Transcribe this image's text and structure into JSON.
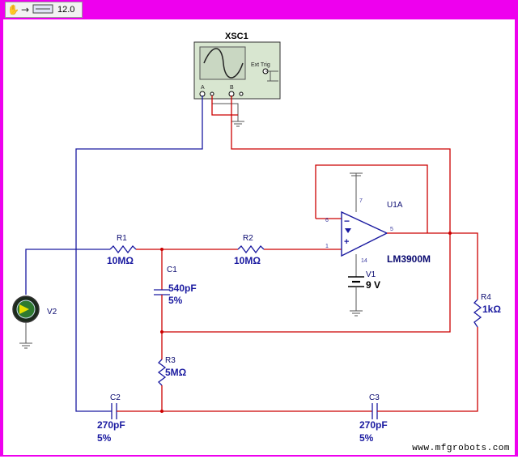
{
  "toolbar": {
    "hand_icon": "hand-icon",
    "arrow_icon": "arrow-icon",
    "zoom_value": "12.0"
  },
  "scope": {
    "title": "XSC1",
    "ext_trig": "Ext Trig",
    "channel_a": "A",
    "channel_b": "B"
  },
  "opamp": {
    "ref": "U1A",
    "part": "LM3900M",
    "pin_inv": "6",
    "pin_noninv": "1",
    "pin_out": "5",
    "pin_vcc": "7",
    "pin_gnd": "14"
  },
  "battery": {
    "ref": "V1",
    "value": "9 V"
  },
  "source": {
    "ref": "V2"
  },
  "r1": {
    "ref": "R1",
    "value": "10MΩ"
  },
  "r2": {
    "ref": "R2",
    "value": "10MΩ"
  },
  "r3": {
    "ref": "R3",
    "value": "5MΩ"
  },
  "r4": {
    "ref": "R4",
    "value": "1kΩ"
  },
  "c1": {
    "ref": "C1",
    "value": "540pF",
    "tol": "5%"
  },
  "c2": {
    "ref": "C2",
    "value": "270pF",
    "tol": "5%"
  },
  "c3": {
    "ref": "C3",
    "value": "270pF",
    "tol": "5%"
  },
  "watermark": "www.mfgrobots.com",
  "colors": {
    "frame": "#ee00ee",
    "wire_blue": "#1a1aa0",
    "wire_red": "#cc0000",
    "scope_body": "#d8e6d0"
  }
}
